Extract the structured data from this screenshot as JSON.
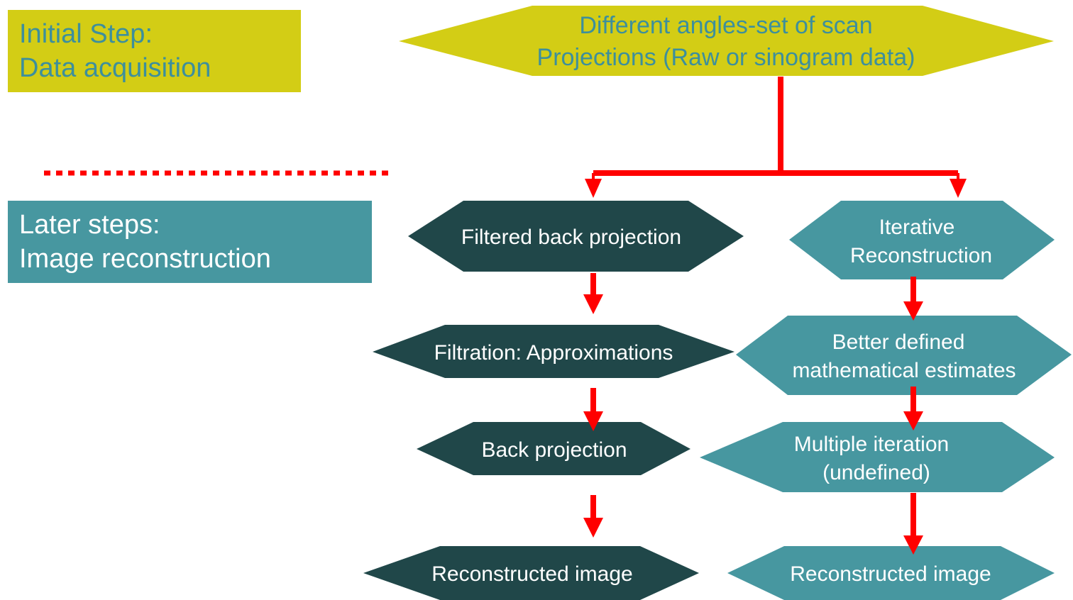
{
  "colors": {
    "olive": "#d3cd15",
    "teal": "#4797a0",
    "dark_teal": "#204749",
    "arrow_red": "#ff0000",
    "top_text": "#3d8f9c"
  },
  "initial_step": {
    "line1": "Initial Step:",
    "line2": "Data acquisition"
  },
  "later_steps": {
    "line1": "Later steps:",
    "line2": "Image reconstruction"
  },
  "top_node": {
    "line1": "Different angles-set of scan",
    "line2": "Projections (Raw or sinogram data)"
  },
  "fbp_branch": [
    {
      "line1": "Filtered back projection"
    },
    {
      "line1": "Filtration: Approximations"
    },
    {
      "line1": "Back projection"
    },
    {
      "line1": "Reconstructed image"
    }
  ],
  "iterative_branch": [
    {
      "line1": "Iterative",
      "line2": "Reconstruction"
    },
    {
      "line1": "Better defined",
      "line2": "mathematical estimates"
    },
    {
      "line1": "Multiple iteration",
      "line2": "(undefined)"
    },
    {
      "line1": "Reconstructed image"
    }
  ]
}
